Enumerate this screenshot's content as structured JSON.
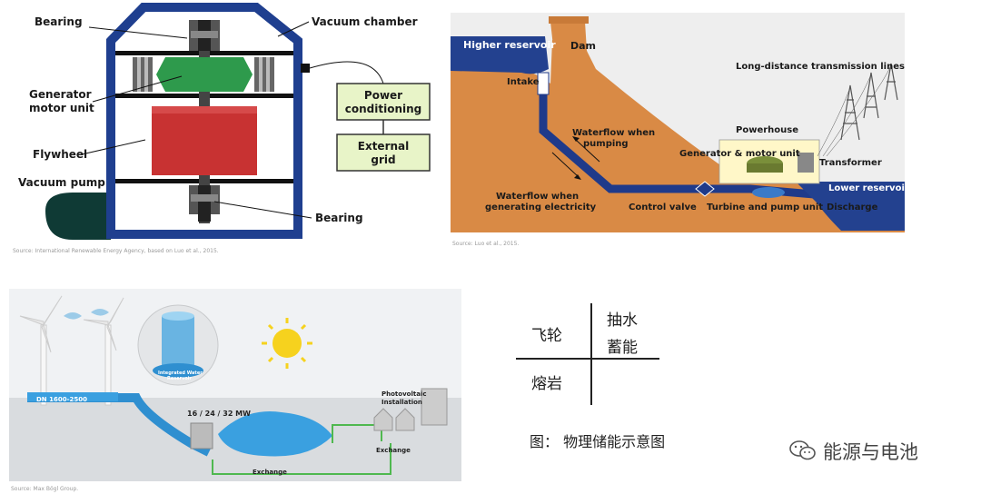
{
  "flywheel": {
    "labels": {
      "bearing_top": "Bearing",
      "vacuum_chamber": "Vacuum chamber",
      "generator_line1": "Generator",
      "generator_line2": "motor unit",
      "flywheel": "Flywheel",
      "vacuum_pump": "Vacuum pump",
      "bearing_bottom": "Bearing",
      "power_line1": "Power",
      "power_line2": "conditioning",
      "grid_line1": "External",
      "grid_line2": "grid"
    },
    "source": "Source: International Renewable Energy Agency, based on Luo et al., 2015.",
    "colors": {
      "frame": "#1f3f8f",
      "rotor_green": "#2e9a4c",
      "flywheel_red": "#c83232",
      "box_green": "#e8f4c8"
    }
  },
  "hydro": {
    "labels": {
      "higher_reservoir": "Higher reservoir",
      "dam": "Dam",
      "intake": "Intake",
      "pumping_line1": "Waterflow when",
      "pumping_line2": "pumping",
      "generating_line1": "Waterflow when",
      "generating_line2": "generating electricity",
      "control_valve": "Control valve",
      "transmission": "Long-distance transmission lines",
      "powerhouse": "Powerhouse",
      "generator_motor": "Generator & motor unit",
      "transformer": "Transformer",
      "lower_reservoir": "Lower reservoir",
      "turbine": "Turbine and pump unit",
      "discharge": "Discharge"
    },
    "source": "Source: Luo et al., 2015.",
    "colors": {
      "earth": "#d98a45",
      "water": "#1f3a8a",
      "sky": "#eeeeee"
    }
  },
  "gravity": {
    "labels": {
      "dn": "DN 1600-2500",
      "integrated_line1": "Integrated Water",
      "integrated_line2": "Reservoir",
      "mw": "16 / 24 / 32 MW",
      "pv_line1": "Photovoltaic",
      "pv_line2": "Installation",
      "exchange_right": "Exchange",
      "exchange_bottom": "Exchange"
    },
    "source": "Source: Max Bögl Group."
  },
  "table": {
    "cell_top_left": "飞轮",
    "cell_top_right_line1": "抽水",
    "cell_top_right_line2": "蓄能",
    "cell_bottom_left": "熔岩"
  },
  "caption": "图： 物理储能示意图",
  "watermark": "能源与电池"
}
